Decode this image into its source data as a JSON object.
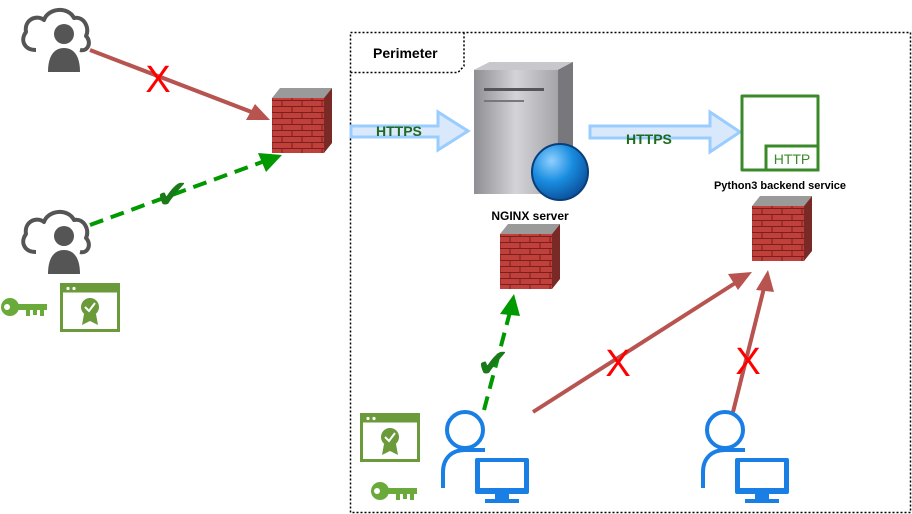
{
  "perimeter": {
    "label": "Perimeter"
  },
  "protocols": {
    "left": "HTTPS",
    "right": "HTTPS"
  },
  "nginx": {
    "label": "NGINX server"
  },
  "backend": {
    "label": "Python3 backend service",
    "http_text": "HTTP"
  },
  "marks": {
    "deny": "X",
    "allow": "✔"
  },
  "colors": {
    "deny_arrow": "#b85450",
    "deny_mark": "#ff0000",
    "allow_arrow": "#009900",
    "allow_mark": "#1a7a1a",
    "https_arrow": "#dae8fc",
    "https_arrow_stroke": "#99ccff",
    "https_text": "#1e6b1e",
    "user_blue": "#1a7fe5",
    "cert_green": "#6a9a3a",
    "http_green": "#3a8a2a",
    "client_gray": "#555555"
  },
  "icons": {
    "client_top": "cloud-user-icon",
    "client_mid": "cloud-user-icon",
    "firewall": "firewall-icon",
    "server": "server-globe-icon",
    "http_service": "http-document-icon",
    "key": "key-icon",
    "certificate": "certificate-icon",
    "internal_user": "user-computer-icon"
  }
}
